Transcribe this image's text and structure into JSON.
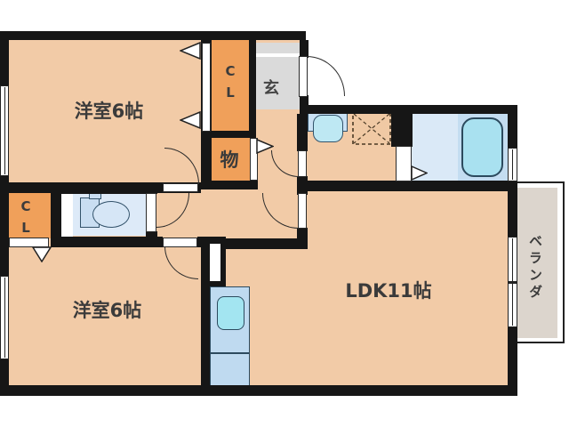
{
  "rooms": {
    "bedroom_top": {
      "label": "洋室6帖"
    },
    "bedroom_bottom": {
      "label": "洋室6帖"
    },
    "ldk": {
      "label": "LDK11帖"
    },
    "entrance": {
      "label": "玄"
    },
    "storage": {
      "label": "物"
    },
    "balcony": {
      "label": "ベランダ"
    },
    "closet_top": {
      "letters": [
        "C",
        "L"
      ]
    },
    "closet_bottom": {
      "letters": [
        "C",
        "L"
      ]
    }
  },
  "fixtures": [
    "toilet",
    "bathtub",
    "washbasin",
    "washing-machine-space",
    "kitchen-counter",
    "kitchen-sink",
    "refrigerator-space"
  ],
  "colors": {
    "floor": "#F2CBA7",
    "closet_orange": "#F0A05A",
    "wall_black": "#161616",
    "wet_area_blue": "#DCE9F7",
    "fixture_blue": "#C5DEF2",
    "tub_cyan": "#A9E1F0",
    "entrance_gray": "#DADADA",
    "balcony_gray": "#DCD5CD"
  }
}
